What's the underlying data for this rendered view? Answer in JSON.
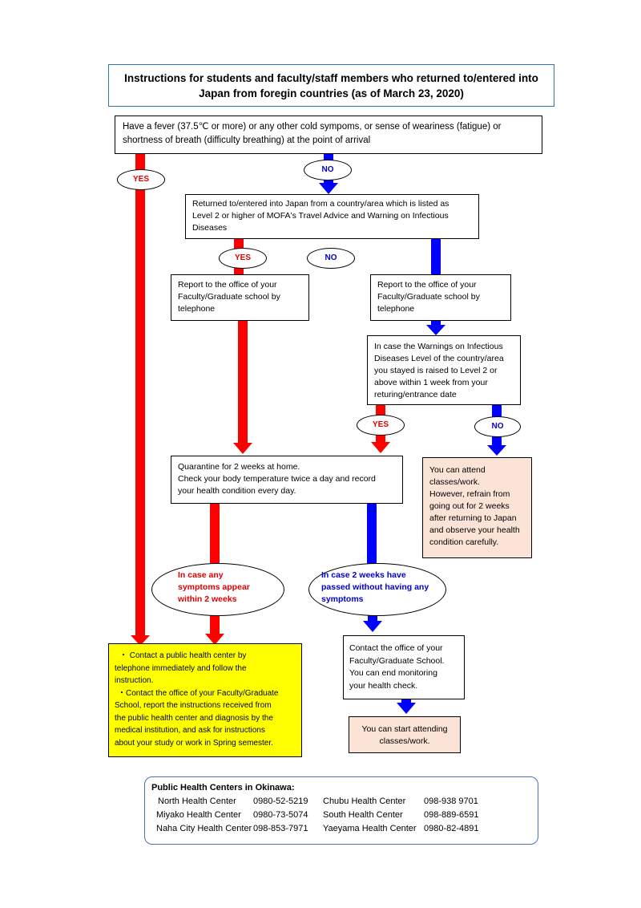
{
  "title": {
    "line1": "Instructions for students and faculty/staff members who returned to/entered into",
    "line2": "Japan from  foregin countries (as of March 23, 2020)"
  },
  "fever_box": {
    "line1": "Have a fever (37.5℃ or more)   or any other cold sympoms, or sense of weariness (fatigue) or",
    "line2": "shortness of breath (difficulty breathing) at the point of arrival"
  },
  "labels": {
    "yes": "YES",
    "no": "NO"
  },
  "country_box": {
    "line1": "Returned to/entered into Japan from a country/area which is listed as",
    "line2": "Level 2 or higher of MOFA's  Travel Advice and Warning on Infectious",
    "line3": "Diseases"
  },
  "report_left": {
    "line1": "Report to the office of your",
    "line2": "Faculty/Graduate school by",
    "line3": "telephone"
  },
  "report_right": {
    "line1": "Report to the office of your",
    "line2": "Faculty/Graduate school by",
    "line3": "telephone"
  },
  "warning_box": {
    "line1": "In case the Warnings on Infectious",
    "line2": "Diseases  Level of the country/area",
    "line3": "you stayed is raised to Level 2 or",
    "line4": "above within 1 week from your",
    "line5": "returing/entrance date"
  },
  "quarantine_box": {
    "line1": "Quarantine for 2 weeks at home.",
    "line2": "Check your body temperature twice a day and record",
    "line3": "your health condition every day."
  },
  "attend_box": {
    "line1": "You can attend",
    "line2": "classes/work.",
    "line3": "However, refrain from",
    "line4": "going out for 2 weeks",
    "line5": "after returning to Japan",
    "line6": "and observe your health",
    "line7": "condition carefully."
  },
  "symptoms_oval": {
    "line1": "In case any",
    "line2": "symptoms appear",
    "line3": "within 2 weeks"
  },
  "passed_oval": {
    "line1": "In case 2 weeks have",
    "line2": "passed without having any",
    "line3": "symptoms"
  },
  "contact_box": {
    "line1": "・ Contact a public health center by",
    "line2": "telephone immediately and follow the",
    "line3": "instruction.",
    "line4": "・Contact the office of your Faculty/Graduate",
    "line5": "School, report the instructions received from",
    "line6": "the public health center and diagnosis by the",
    "line7": "medical institution, and ask for instructions",
    "line8": "about your study or work in Spring semester."
  },
  "end_box": {
    "line1": "Contact the office of your",
    "line2": "Faculty/Graduate School.",
    "line3": "You can end monitoring",
    "line4": "your health check."
  },
  "start_box": {
    "line1": "You can start attending",
    "line2": "classes/work."
  },
  "centers": {
    "heading": "Public Health Centers in Okinawa:",
    "rows": [
      {
        "name1": "North Health Center",
        "phone1": "0980-52-5219",
        "name2": "Chubu Health Center",
        "phone2": "098-938 9701"
      },
      {
        "name1": "Miyako Health Center",
        "phone1": "0980-73-5074",
        "name2": "South Health Center",
        "phone2": "098-889-6591"
      },
      {
        "name1": "Naha City Health Center",
        "phone1": "098-853-7971",
        "name2": "Yaeyama Health Center",
        "phone2": "0980-82-4891"
      }
    ]
  },
  "colors": {
    "red": "#ff0000",
    "blue": "#0000ff",
    "peach": "#fbe3d6",
    "yellow": "#ffff00",
    "title_border": "#2e75b6"
  }
}
